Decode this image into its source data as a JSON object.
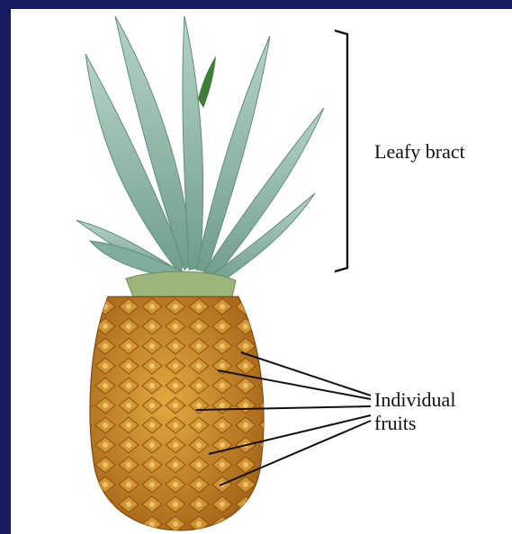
{
  "labels": {
    "leafy_bract": "Leafy bract",
    "individual_fruits_line1": "Individual",
    "individual_fruits_line2": "fruits"
  },
  "colors": {
    "border": "#171d63",
    "background": "#ffffff",
    "leaf": "#8fb8ab",
    "leaf_dark": "#5f8c7e",
    "fruit_body": "#c98a2a",
    "fruit_eye": "#e6c060",
    "line": "#111111"
  },
  "illustration": "pineapple-photo"
}
